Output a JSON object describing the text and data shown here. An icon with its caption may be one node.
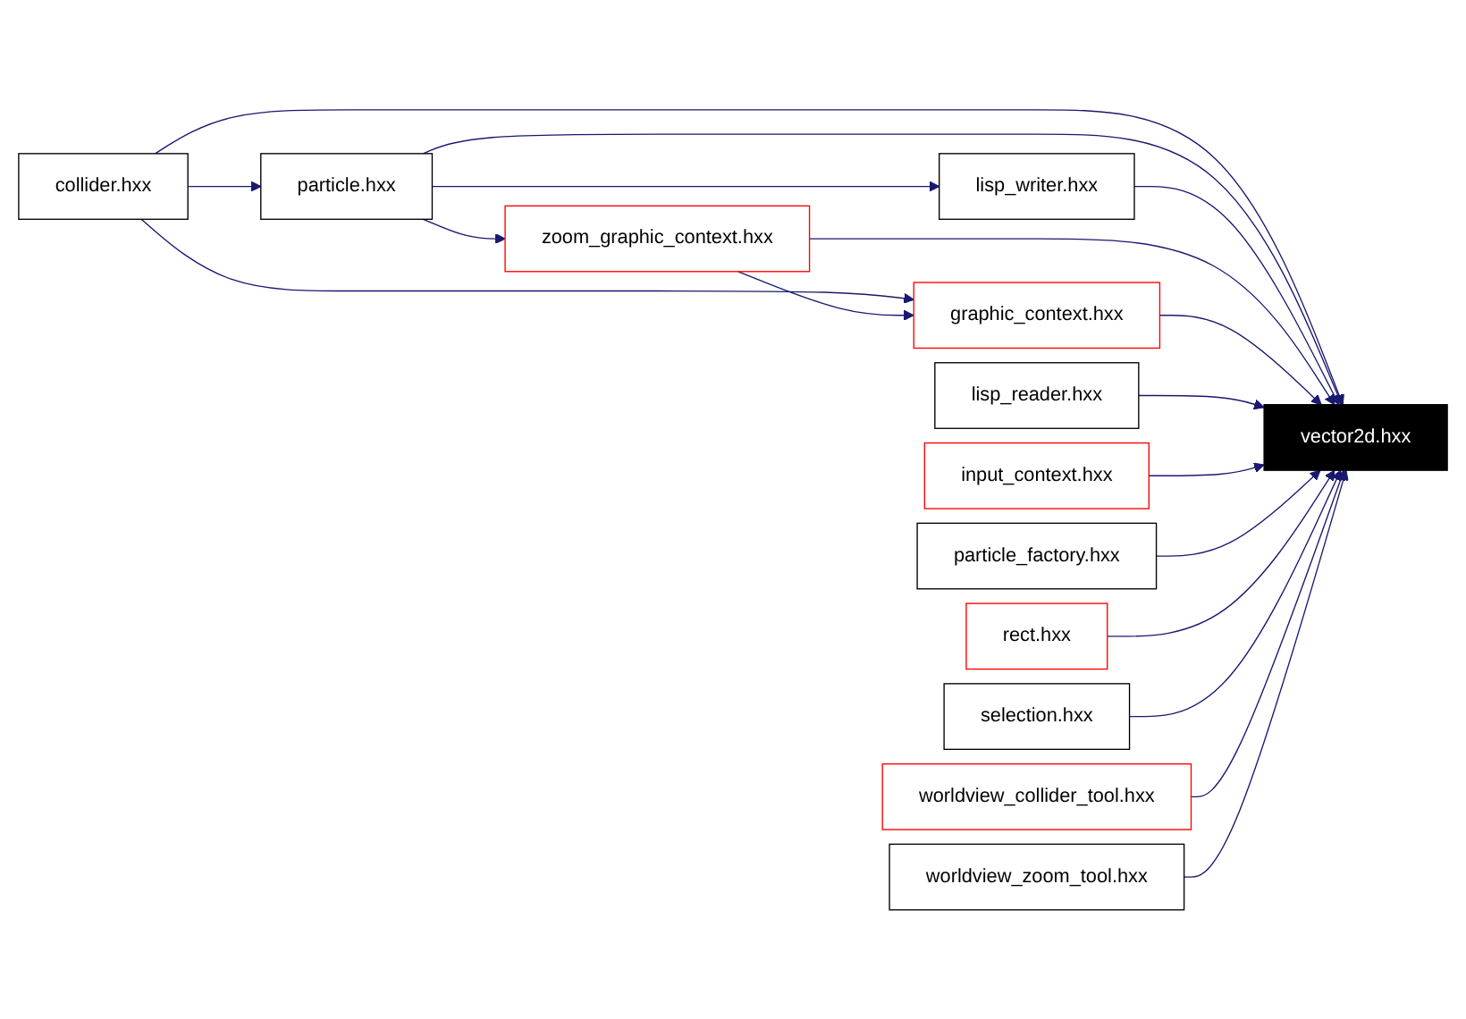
{
  "diagram": {
    "nodes": [
      {
        "text": [
          "collider.hxx"
        ]
      },
      {
        "text": [
          "particle.hxx"
        ]
      },
      {
        "text": [
          "lisp_writer.hxx"
        ]
      },
      {
        "text": [
          "zoom_graphic_context.hxx"
        ]
      },
      {
        "text": [
          "graphic_context.hxx"
        ]
      },
      {
        "text": [
          "lisp_reader.hxx"
        ]
      },
      {
        "text": [
          "input_context.hxx"
        ]
      },
      {
        "text": [
          "particle_factory.hxx"
        ]
      },
      {
        "text": [
          "rect.hxx"
        ]
      },
      {
        "text": [
          "selection.hxx"
        ]
      },
      {
        "text": [
          "worldview_collider_tool.hxx"
        ]
      },
      {
        "text": [
          "worldview_zoom_tool.hxx"
        ]
      },
      {
        "text": [
          "vector2d.hxx"
        ]
      }
    ],
    "edges": [
      {
        "from": 0,
        "to": 1,
        "arrow": "to"
      },
      {
        "from": 0,
        "to": 12,
        "arrow": "to"
      },
      {
        "from": 0,
        "to": 4,
        "arrow": "to"
      },
      {
        "from": 1,
        "to": 2,
        "arrow": "to"
      },
      {
        "from": 1,
        "to": 3,
        "arrow": "to"
      },
      {
        "from": 1,
        "to": 12,
        "arrow": "to"
      },
      {
        "from": 2,
        "to": 12,
        "arrow": "to"
      },
      {
        "from": 3,
        "to": 4,
        "arrow": "to"
      },
      {
        "from": 3,
        "to": 12,
        "arrow": "to"
      },
      {
        "from": 4,
        "to": 12,
        "arrow": "to"
      },
      {
        "from": 5,
        "to": 12,
        "arrow": "to"
      },
      {
        "from": 6,
        "to": 12,
        "arrow": "to"
      },
      {
        "from": 7,
        "to": 12,
        "arrow": "to"
      },
      {
        "from": 8,
        "to": 12,
        "arrow": "to"
      },
      {
        "from": 9,
        "to": 12,
        "arrow": "to"
      },
      {
        "from": 10,
        "to": 12,
        "arrow": "to"
      },
      {
        "from": 11,
        "to": 12,
        "arrow": "to"
      }
    ]
  }
}
